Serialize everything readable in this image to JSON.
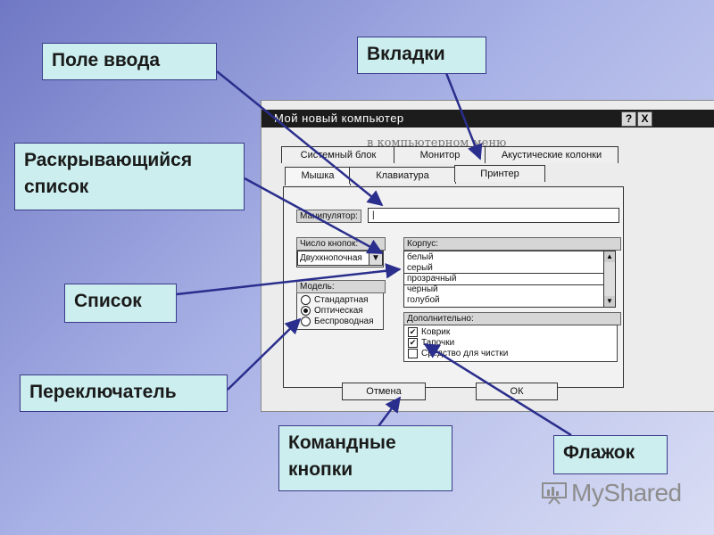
{
  "callouts": {
    "input_field": "Поле ввода",
    "tabs": "Вкладки",
    "dropdown": "Раскрывающийся список",
    "list": "Список",
    "radio": "Переключатель",
    "command_buttons": "Командные кнопки",
    "checkbox": "Флажок"
  },
  "dialog": {
    "title": "Мой новый компьютер",
    "help_button": "?",
    "close_button": "X",
    "bg_heading": "в компьютерном меню",
    "tabs_back": [
      "Системный блок",
      "Монитор",
      "Акустические колонки"
    ],
    "tabs_front": [
      "Мышка",
      "Клавиатура",
      "Принтер"
    ],
    "manipulator_label": "Манипулятор:",
    "manipulator_value": "|",
    "buttons_count_label": "Число кнопок:",
    "buttons_count_value": "Двухкнопочная",
    "dropdown_arrow": "▼",
    "case_label": "Корпус:",
    "case_items": [
      "белый",
      "серый",
      "прозрачный",
      "черный",
      "голубой"
    ],
    "case_selected": "прозрачный",
    "model_label": "Модель:",
    "model_options": [
      "Стандартная",
      "Оптическая",
      "Беспроводная"
    ],
    "model_selected": "Оптическая",
    "extra_label": "Дополнительно:",
    "extras": [
      {
        "label": "Коврик",
        "checked": true
      },
      {
        "label": "Тапочки",
        "checked": true
      },
      {
        "label": "Средство для чистки",
        "checked": false
      }
    ],
    "cancel_button": "Отмена",
    "ok_button": "ОК"
  },
  "watermark": "MyShared",
  "colors": {
    "callout_bg": "#cceeee",
    "arrow": "#2a2e8c",
    "background_start": "#6f78c4",
    "background_end": "#d9ddf4"
  }
}
